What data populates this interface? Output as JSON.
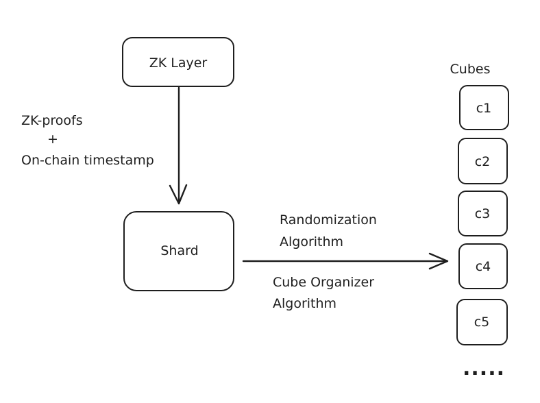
{
  "nodes": {
    "zk_layer": "ZK Layer",
    "shard": "Shard"
  },
  "edges": {
    "zk_to_shard": {
      "line1": "ZK-proofs",
      "line2": "+",
      "line3": "On-chain timestamp"
    },
    "shard_to_cubes": {
      "top_line1": "Randomization",
      "top_line2": "Algorithm",
      "bottom_line1": "Cube Organizer",
      "bottom_line2": "Algorithm"
    }
  },
  "cubes": {
    "title": "Cubes",
    "items": [
      "c1",
      "c2",
      "c3",
      "c4",
      "c5"
    ],
    "more": "....."
  },
  "colors": {
    "stroke": "#1e1e1e",
    "background": "#ffffff"
  }
}
